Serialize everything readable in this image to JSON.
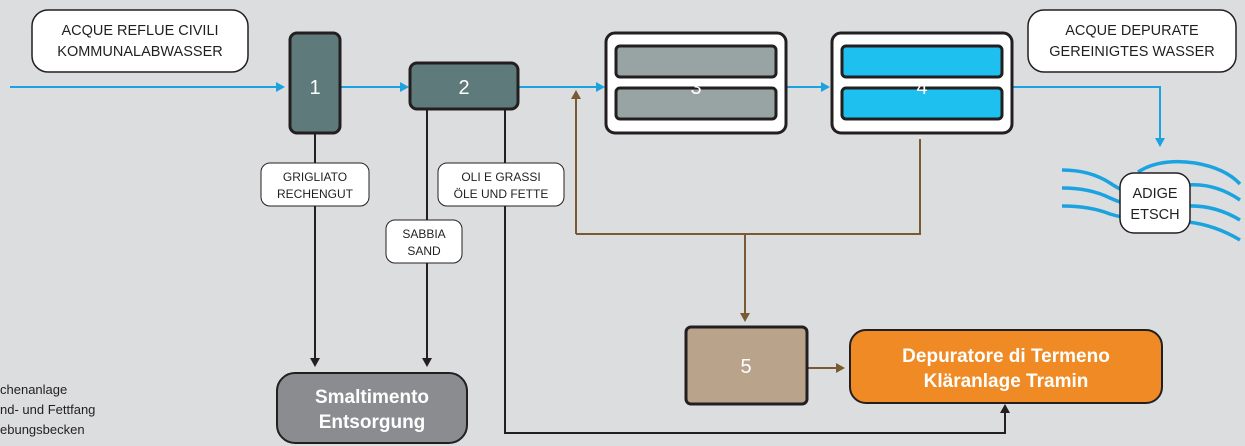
{
  "colors": {
    "background": "#dcdddf",
    "water_line": "#1ba3e0",
    "waste_line": "#231f20",
    "sludge_line": "#7a5a32",
    "unit_dark": "#5f7a7a",
    "unit_grey": "#98a3a3",
    "unit_blue": "#1ec0f0",
    "unit_brown": "#b9a38a",
    "disposal": "#8a8c8f",
    "termeno": "#f08a24"
  },
  "labels": {
    "inflow_line1": "ACQUE REFLUE CIVILI",
    "inflow_line2": "KOMMUNALABWASSER",
    "outflow_line1": "ACQUE DEPURATE",
    "outflow_line2": "GEREINIGTES WASSER",
    "river_line1": "ADIGE",
    "river_line2": "ETSCH",
    "screenings_line1": "GRIGLIATO",
    "screenings_line2": "RECHENGUT",
    "grease_line1": "OLI E GRASSI",
    "grease_line2": "ÖLE UND FETTE",
    "sand_line1": "SABBIA",
    "sand_line2": "SAND"
  },
  "units": {
    "u1": "1",
    "u2": "2",
    "u3": "3",
    "u4": "4",
    "u5": "5"
  },
  "disposal": {
    "line1": "Smaltimento",
    "line2": "Entsorgung"
  },
  "termeno": {
    "line1": "Depuratore di Termeno",
    "line2": "Kläranlage Tramin"
  },
  "legend": {
    "line1": "chenanlage",
    "line2": "nd- und Fettfang",
    "line3": "ebungsbecken"
  }
}
